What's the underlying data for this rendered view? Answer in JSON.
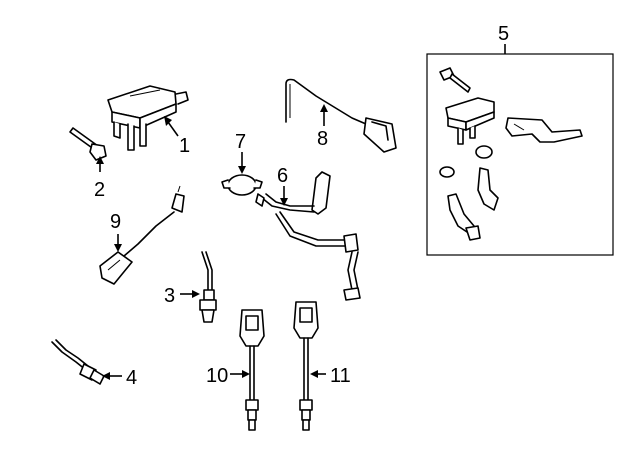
{
  "callouts": {
    "c1": "1",
    "c2": "2",
    "c3": "3",
    "c4": "4",
    "c5": "5",
    "c6": "6",
    "c7": "7",
    "c8": "8",
    "c9": "9",
    "c10": "10",
    "c11": "11"
  },
  "icons": [
    "pressure-sensor",
    "bolt",
    "oxygen-sensor",
    "temperature-sensor",
    "exhaust-pressure-sensor-kit",
    "sensor-tube",
    "vacuum-cap",
    "wiring-harness",
    "clamp",
    "hose",
    "bracket"
  ]
}
